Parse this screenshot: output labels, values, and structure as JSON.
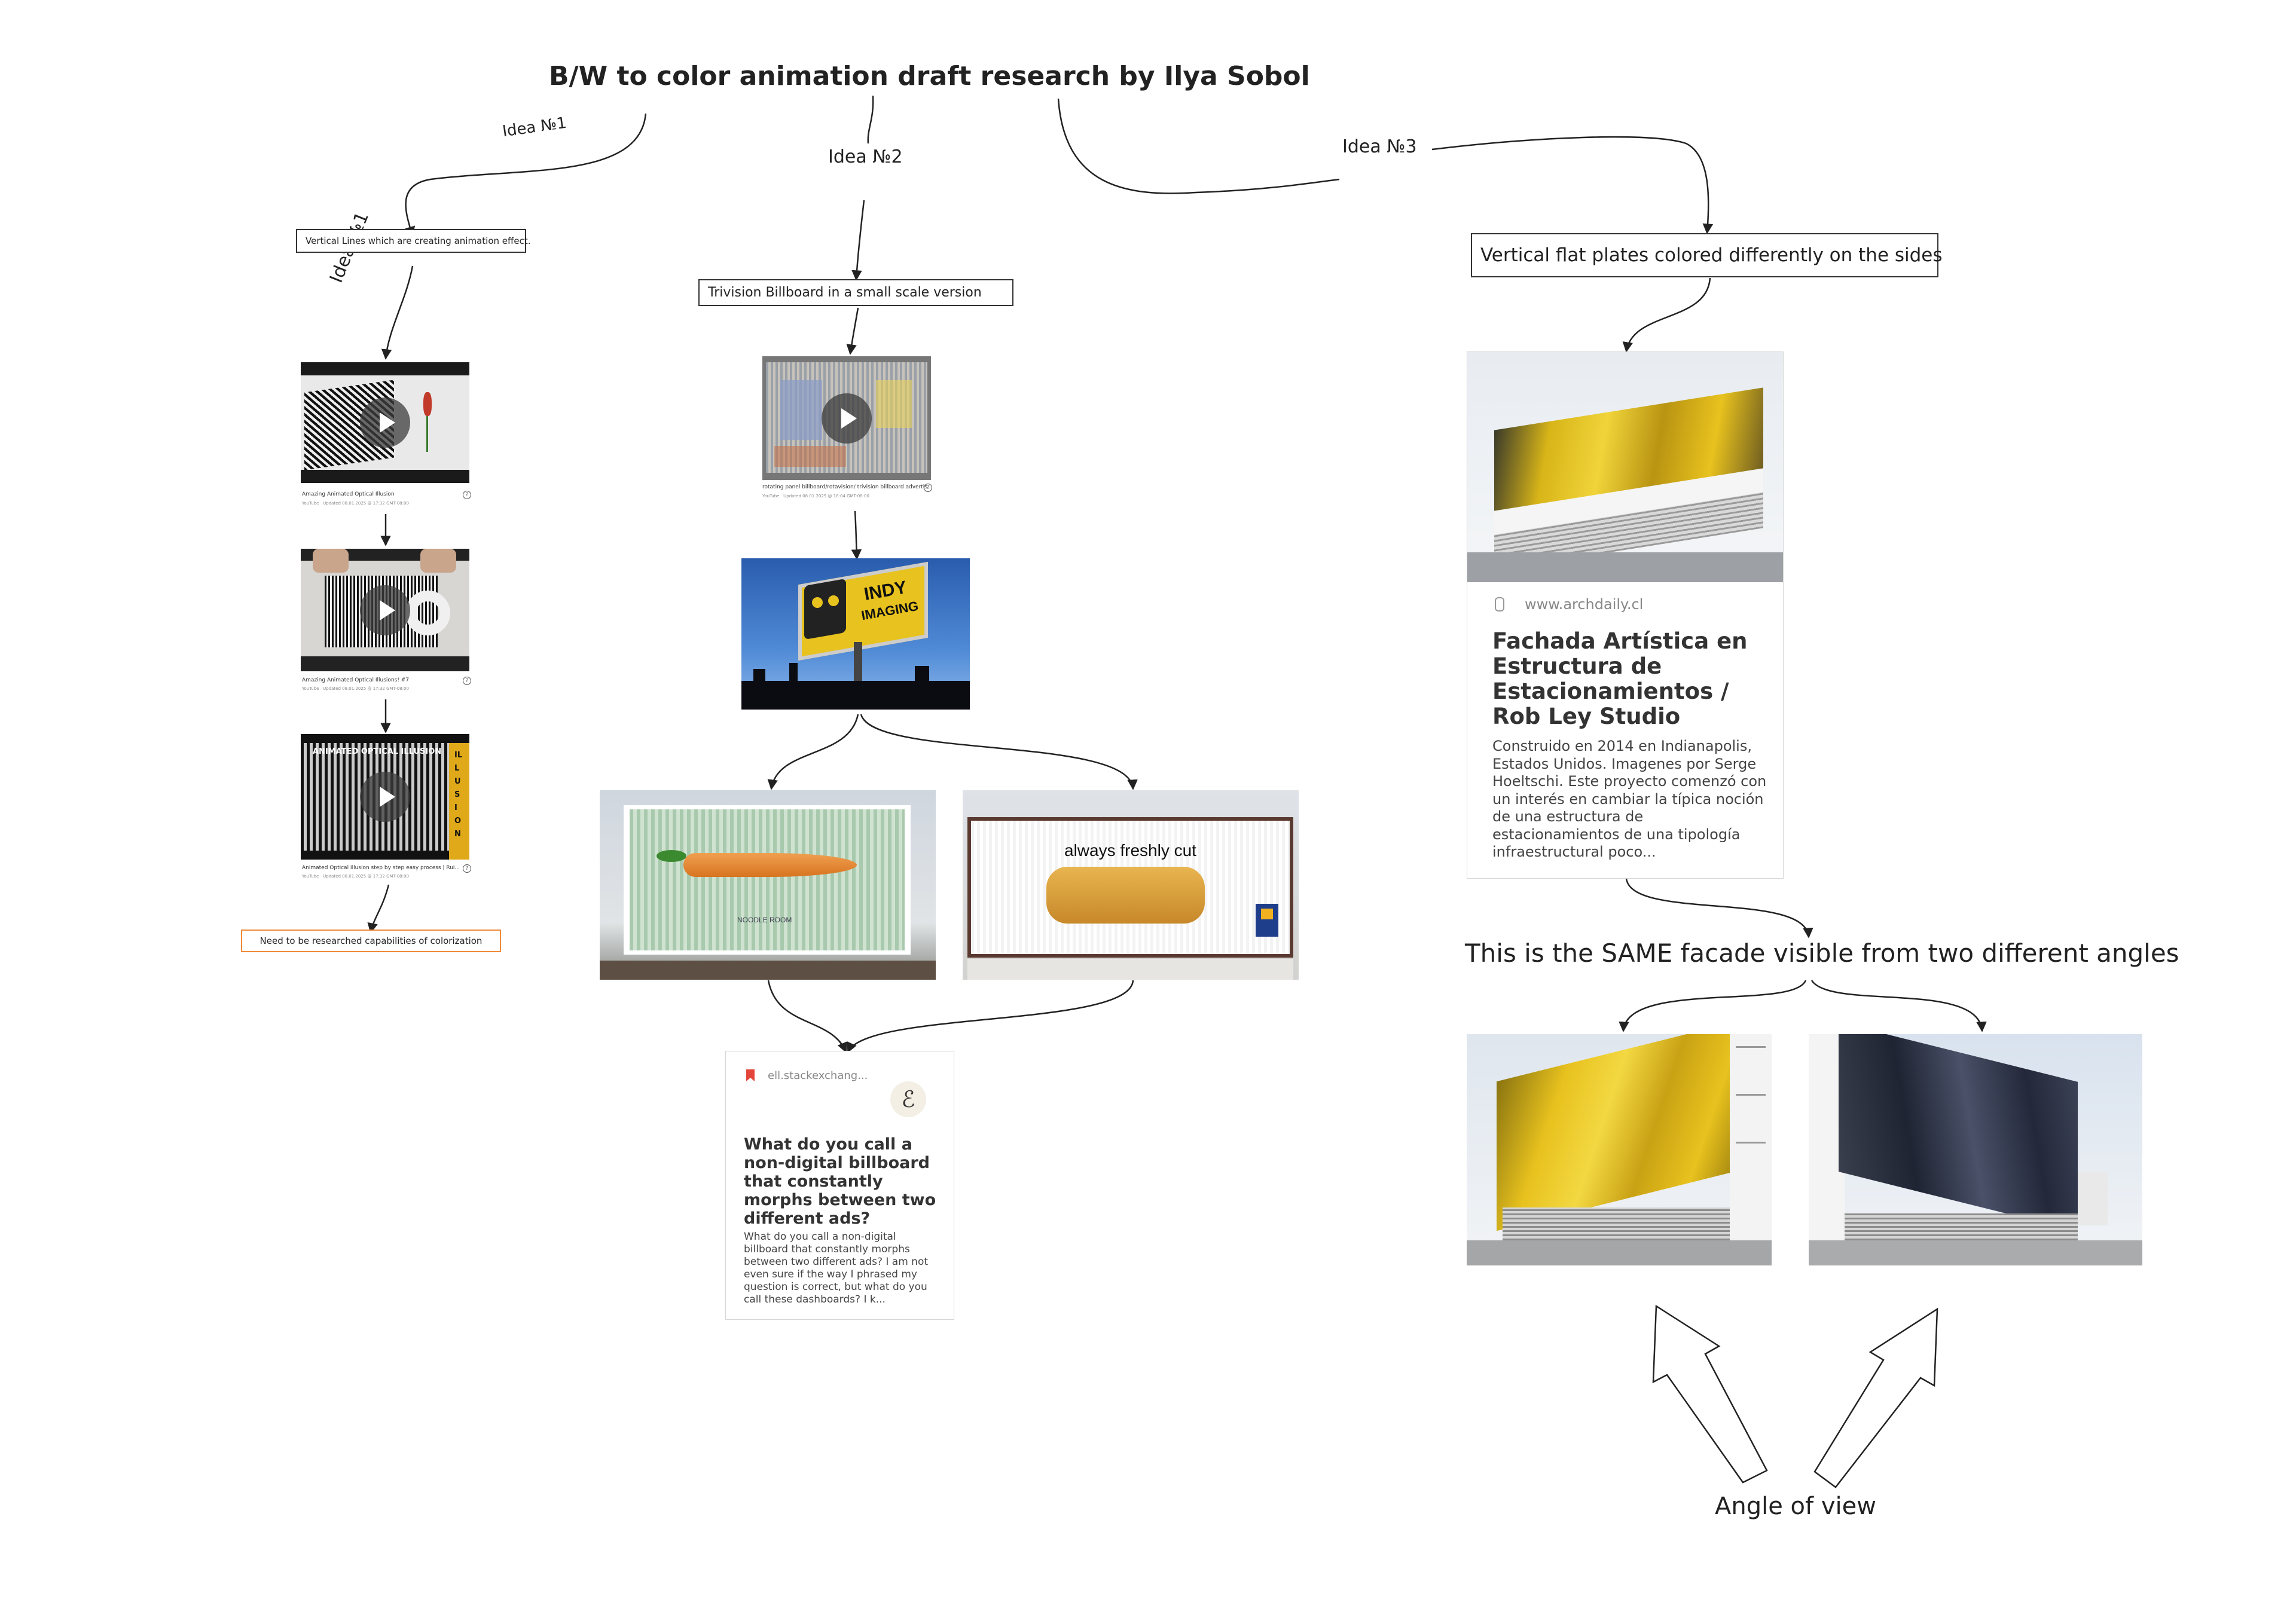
{
  "title": "B/W to color animation draft research by Ilya Sobol",
  "labels": {
    "idea1": "Idea №1",
    "idea1_rotated": "Idea №1",
    "idea2": "Idea №2",
    "idea3": "Idea №3",
    "same_facade": "This is the SAME facade visible from two different angles",
    "angle_of_view": "Angle of view"
  },
  "boxes": {
    "vertical_lines": "Vertical Lines which are creating animation effect.",
    "trivision": "Trivision Billboard in a small scale version",
    "vertical_plates": "Vertical flat plates colored differently on the sides",
    "need_research": "Need to be researched capabilities of colorization"
  },
  "videos": {
    "v1": {
      "title": "Amazing Animated Optical Illusion",
      "source": "YouTube",
      "updated": "Updated 08.01.2025 @ 17:32 GMT-08:00"
    },
    "v2": {
      "title": "Amazing Animated Optical Illusions! #7",
      "source": "YouTube",
      "updated": "Updated 08.01.2025 @ 17:32 GMT-08:00"
    },
    "v3": {
      "title": "Animated Optical Illusion step by step easy process | Rui...",
      "source": "YouTube",
      "updated": "Updated 08.01.2025 @ 17:32 GMT-08:00"
    },
    "v4": {
      "title": "rotating panel billboard/rotavision/ trivision billboard advertis...",
      "source": "YouTube",
      "updated": "Updated 08.01.2025 @ 18:04 GMT-08:00"
    }
  },
  "illusion_banner": {
    "heading": "ANIMATED OPTICAL ILLUSION",
    "side": "ILLUSION"
  },
  "billboards": {
    "indy": {
      "line1": "INDY",
      "line2": "IMAGING"
    },
    "bread": {
      "text": "always freshly cut"
    },
    "carrot": {
      "text": "NOODLE ROOM"
    }
  },
  "archdaily_card": {
    "domain": "www.archdaily.cl",
    "title": "Fachada Artística en Estructura de Estacionamientos / Rob Ley Studio",
    "description": "Construido en 2014 en Indianapolis, Estados Unidos. Imagenes por Serge Hoeltschi. Este proyecto comenzó con un interés en cambiar la típica noción de una estructura de estacionamientos de una tipología infraestructural poco..."
  },
  "stack_card": {
    "domain": "ell.stackexchang...",
    "title": "What do you call a non-digital billboard that constantly morphs between two different ads?",
    "description": "What do you call a non-digital billboard that constantly morphs between two different ads? I am not even sure if the way I phrased my question is correct, but what do you call these dashboards? I k..."
  },
  "colors": {
    "facade_yellow": "#e8c21e",
    "facade_dark": "#2e3445",
    "sky_blue": "#3d74c4",
    "orange_border": "#f08a3a"
  }
}
